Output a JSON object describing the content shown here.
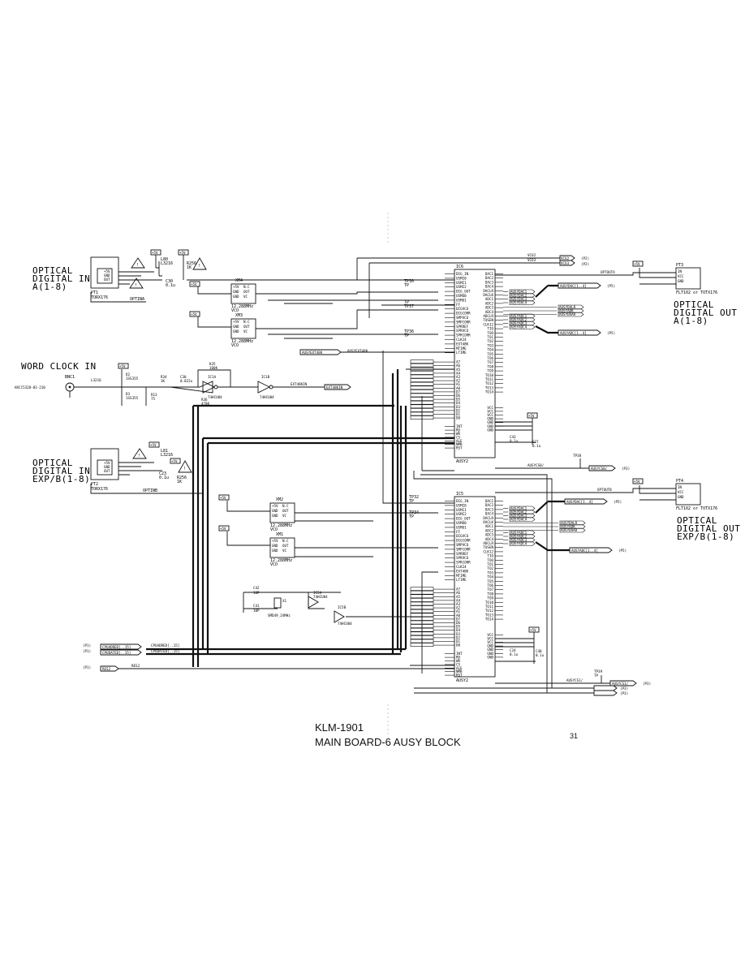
{
  "labels": {
    "opt_in_a": [
      "OPTICAL",
      "DIGITAL  IN",
      "A(1-8)"
    ],
    "opt_in_b": [
      "OPTICAL",
      "DIGITAL  IN",
      "EXP/B(1-8)"
    ],
    "opt_out_a": [
      "OPTICAL",
      "DIGITAL OUT",
      "A(1-8)"
    ],
    "opt_out_b": [
      "OPTICAL",
      "DIGITAL OUT",
      "EXP/B(1-8)"
    ],
    "word_clock": "WORD CLOCK IN"
  },
  "power": "+5V",
  "parts": {
    "top_rx_ref": "PT1",
    "top_rx_part": "TORX176",
    "bot_rx_ref": "PT2",
    "bot_rx_part": "TORX176",
    "top_tx_ref": "PT3",
    "top_tx_part": "FLT102 or TOTX176",
    "bot_tx_ref": "PT4",
    "bot_tx_part": "FLT102 or TOTX176",
    "l_top": "L80",
    "l_top_part": "L3216",
    "l_bot": "L81",
    "l_bot_part": "L3216",
    "c_top": "C30",
    "c_top_val": "0.1u",
    "c_bot": "C23",
    "c_bot_val": "0.1u",
    "r_top": "R256",
    "r_top_val": "1K",
    "r_bot": "R256",
    "r_bot_val": "1K",
    "xm_a1": "XM4",
    "xm_a1_f": "12.288MHz",
    "xm_a2": "XM3",
    "xm_a2_f": "12.288MHz",
    "xm_b1": "XM2",
    "xm_b1_f": "12.288MHz",
    "xm_b2": "XM1",
    "xm_b2_f": "12.288MHz",
    "vco": "VCO",
    "ic_a": "IC6",
    "ic_a_name": "AUSY2",
    "ic_b": "IC5",
    "ic_b_name": "AUSY2",
    "bnc": "BNC1",
    "bnc_part": "HXCC5328-01-210",
    "inv1": "IC1A",
    "inv2": "IC1B",
    "inv_part": "74HCU04",
    "inv3": "IC5A",
    "inv4": "IC5B",
    "xtal": "X1",
    "xtal_part": "SMD49_24MHz",
    "k35": "K35",
    "k35_val": "100K",
    "r36": "R36",
    "r36_val": "470K"
  },
  "osc_pins": [
    "+5V",
    "GND",
    "GND",
    "GND",
    "N.C",
    "OUT",
    "N.C",
    "VC"
  ],
  "ic_pins_top": [
    "DIG_IN",
    "USMI0",
    "USMI1",
    "USMI2",
    "DIG_OUT",
    "USMO0",
    "USMO1",
    "FF",
    "DIGVCO",
    "DIGCORR",
    "SMPVCO",
    "SMPCORR",
    "SPRREF",
    "SPRVCO",
    "SPRCORR",
    "CLK24",
    "EXT48K",
    "MTIME",
    "LTIME"
  ],
  "ic_pins_right": [
    "DAC1",
    "DAC2",
    "DAC3",
    "DAC4",
    "DACLR",
    "DACLK",
    "ADC1",
    "ADC2",
    "ADC3",
    "ADC4",
    "ADCLR",
    "TOSEN",
    "CLK12",
    "TIO",
    "TOO",
    "TO1",
    "TO2",
    "TO3",
    "TO4",
    "TO5",
    "TO6",
    "TO7",
    "TO8",
    "TO9",
    "TO10",
    "TO11",
    "TO12",
    "TO13",
    "TO14"
  ],
  "ic_pins_left": [
    "A7",
    "A6",
    "A5",
    "A4",
    "A3",
    "A2",
    "A1",
    "A0",
    "D7",
    "D6",
    "D5",
    "D4",
    "D3",
    "D2",
    "D1",
    "D0"
  ],
  "ic_pins_ctrl": [
    "INT",
    "RD",
    "WR",
    "CS",
    "ALE",
    "NMB",
    "RST"
  ],
  "ic_power": [
    "VCC",
    "VCC",
    "VCC",
    "GND",
    "GND",
    "GND",
    "GND"
  ],
  "nets": {
    "vco2": "VCO2",
    "vco3": "VCO3",
    "optout_a": "OPTOUTA",
    "optout_b": "OPTOUTB",
    "optina": "OPTINA",
    "optinb": "OPTINB",
    "ausydac_a": "AUSYDAC[1..4]",
    "ausyadc_a": "AUSYADC[1..4]",
    "ausydac_b": "AUSYDAC[1..4]",
    "ausyadc_b": "AUSYADC[1..4]",
    "ext48": "EXT48KIN",
    "ausyext": "AUSYEXT48K",
    "ausycs0": "AUSYCS0/",
    "ausycs1": "AUSYCS1/",
    "cpuaddr": "CPUADRED[..15]",
    "cpudata": "CPUDATED[..15]",
    "rest": "RES2",
    "tp": "TP",
    "tp30": "TP30",
    "tp37": "TP37",
    "tp36": "TP36",
    "tp32": "TP32",
    "tp38": "TP38",
    "tp39": "TP39",
    "tp34": "TP34"
  },
  "dac_nets_a": [
    "AUSYDAC1",
    "AUSYDAC2",
    "AUSYDAC3",
    "AUSYDAC4"
  ],
  "adc_nets_a": [
    "AUSYADC1",
    "AUSYADC2",
    "AUSYADC3",
    "AUSYADC4"
  ],
  "dac_nets_b": [
    "AUSYDAC1",
    "AUSYDAC2",
    "AUSYDAC3",
    "AUSYDAC4"
  ],
  "adc_nets_b": [
    "AUSYADC1",
    "AUSYADC2",
    "AUSYADC3",
    "AUSYADC4"
  ],
  "lr_nets": [
    "AUSYDALR",
    "AUSYADK",
    "AUSYDAAR"
  ],
  "page_refs": {
    "p2": "(P2)",
    "p3": "(P3)",
    "p5": "(P5)",
    "p1": "(P1)"
  },
  "footer": {
    "title1": "KLM-1901",
    "title2": "MAIN BOARD-6 AUSY BLOCK",
    "page": "31"
  }
}
